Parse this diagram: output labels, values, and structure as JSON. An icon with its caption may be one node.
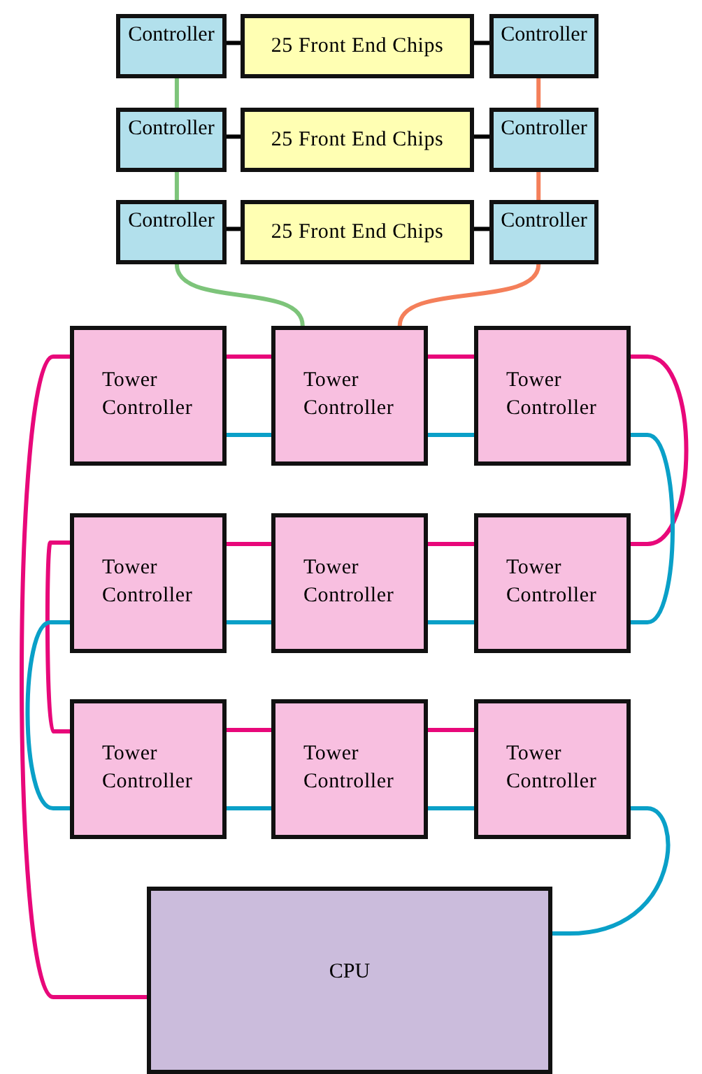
{
  "diagram": {
    "nodes": [
      {
        "text": [
          "Controller"
        ]
      },
      {
        "text": [
          "25 Front End Chips"
        ]
      },
      {
        "text": [
          "Controller"
        ]
      },
      {
        "text": [
          "Controller"
        ]
      },
      {
        "text": [
          "25 Front End Chips"
        ]
      },
      {
        "text": [
          "Controller"
        ]
      },
      {
        "text": [
          "Controller"
        ]
      },
      {
        "text": [
          "25 Front End Chips"
        ]
      },
      {
        "text": [
          "Controller"
        ]
      },
      {
        "text": [
          "Tower Controller"
        ]
      },
      {
        "text": [
          "Tower Controller"
        ]
      },
      {
        "text": [
          "Tower Controller"
        ]
      },
      {
        "text": [
          "Tower Controller"
        ]
      },
      {
        "text": [
          "Tower Controller"
        ]
      },
      {
        "text": [
          "Tower Controller"
        ]
      },
      {
        "text": [
          "Tower Controller"
        ]
      },
      {
        "text": [
          "Tower Controller"
        ]
      },
      {
        "text": [
          "Tower Controller"
        ]
      },
      {
        "text": [
          "CPU"
        ]
      }
    ],
    "edges": [
      {
        "from": 0,
        "to": 1,
        "arrow": "none",
        "color": "#000000"
      },
      {
        "from": 1,
        "to": 2,
        "arrow": "none",
        "color": "#000000"
      },
      {
        "from": 3,
        "to": 4,
        "arrow": "none",
        "color": "#000000"
      },
      {
        "from": 4,
        "to": 5,
        "arrow": "none",
        "color": "#000000"
      },
      {
        "from": 6,
        "to": 7,
        "arrow": "none",
        "color": "#000000"
      },
      {
        "from": 7,
        "to": 8,
        "arrow": "none",
        "color": "#000000"
      },
      {
        "from": 0,
        "to": 3,
        "arrow": "none",
        "color": "#7dc47a"
      },
      {
        "from": 3,
        "to": 6,
        "arrow": "none",
        "color": "#7dc47a"
      },
      {
        "from": 6,
        "to": 10,
        "arrow": "none",
        "color": "#7dc47a"
      },
      {
        "from": 2,
        "to": 5,
        "arrow": "none",
        "color": "#f47f5a"
      },
      {
        "from": 5,
        "to": 8,
        "arrow": "none",
        "color": "#f47f5a"
      },
      {
        "from": 8,
        "to": 10,
        "arrow": "none",
        "color": "#f47f5a"
      },
      {
        "from": 18,
        "to": 9,
        "arrow": "none",
        "color": "#e8087a"
      },
      {
        "from": 9,
        "to": 10,
        "arrow": "none",
        "color": "#e8087a"
      },
      {
        "from": 10,
        "to": 11,
        "arrow": "none",
        "color": "#e8087a"
      },
      {
        "from": 11,
        "to": 14,
        "arrow": "none",
        "color": "#e8087a"
      },
      {
        "from": 14,
        "to": 13,
        "arrow": "none",
        "color": "#e8087a"
      },
      {
        "from": 13,
        "to": 12,
        "arrow": "none",
        "color": "#e8087a"
      },
      {
        "from": 12,
        "to": 15,
        "arrow": "none",
        "color": "#e8087a"
      },
      {
        "from": 15,
        "to": 16,
        "arrow": "none",
        "color": "#e8087a"
      },
      {
        "from": 16,
        "to": 17,
        "arrow": "none",
        "color": "#e8087a"
      },
      {
        "from": 9,
        "to": 10,
        "arrow": "none",
        "color": "#0aa0c8"
      },
      {
        "from": 10,
        "to": 11,
        "arrow": "none",
        "color": "#0aa0c8"
      },
      {
        "from": 11,
        "to": 14,
        "arrow": "none",
        "color": "#0aa0c8"
      },
      {
        "from": 14,
        "to": 13,
        "arrow": "none",
        "color": "#0aa0c8"
      },
      {
        "from": 13,
        "to": 12,
        "arrow": "none",
        "color": "#0aa0c8"
      },
      {
        "from": 12,
        "to": 15,
        "arrow": "none",
        "color": "#0aa0c8"
      },
      {
        "from": 15,
        "to": 16,
        "arrow": "none",
        "color": "#0aa0c8"
      },
      {
        "from": 16,
        "to": 17,
        "arrow": "none",
        "color": "#0aa0c8"
      },
      {
        "from": 17,
        "to": 18,
        "arrow": "none",
        "color": "#0aa0c8"
      }
    ]
  }
}
